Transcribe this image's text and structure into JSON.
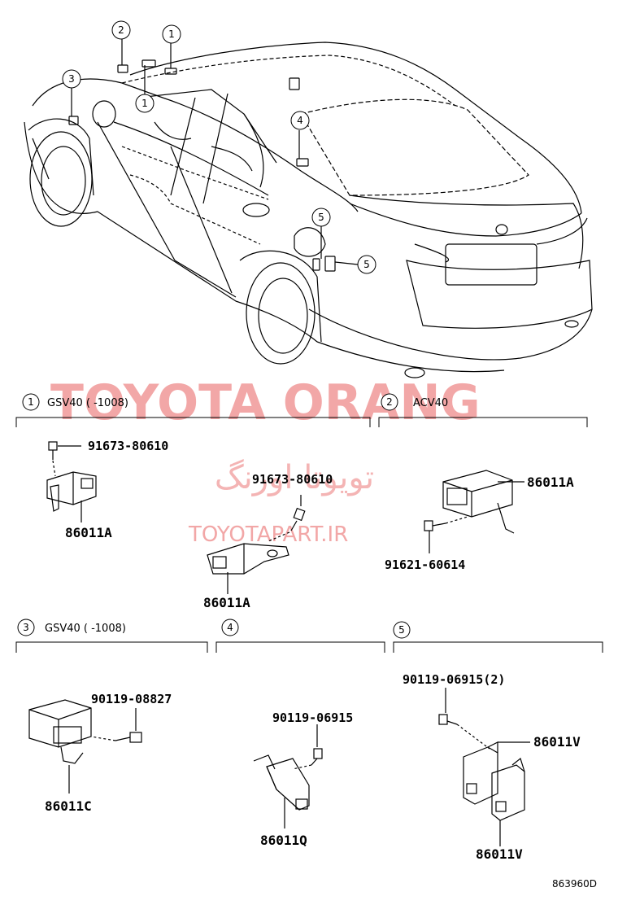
{
  "watermark": {
    "brand": "TOYOTA ORANG",
    "persian": "تویوتا اورنگ",
    "url": "TOYOTAPART.IR"
  },
  "overview_callouts": [
    "2",
    "1",
    "3",
    "1",
    "4",
    "5",
    "5"
  ],
  "sections": [
    {
      "number": "1",
      "label": "GSV40 (      -1008)"
    },
    {
      "number": "2",
      "label": "ACV40"
    },
    {
      "number": "3",
      "label": "GSV40 (      -1008)"
    },
    {
      "number": "4",
      "label": ""
    },
    {
      "number": "5",
      "label": ""
    }
  ],
  "parts": {
    "s1_bolt_a": "91673-80610",
    "s1_relay_a": "86011A",
    "s1_bolt_b": "91673-80610",
    "s1_relay_b": "86011A",
    "s2_relay": "86011A",
    "s2_bolt": "91621-60614",
    "s3_bolt": "90119-08827",
    "s3_relay": "86011C",
    "s4_bolt": "90119-06915",
    "s4_relay": "86011Q",
    "s5_bolt": "90119-06915(2)",
    "s5_relay_a": "86011V",
    "s5_relay_b": "86011V"
  },
  "diagram_code": "863960D"
}
